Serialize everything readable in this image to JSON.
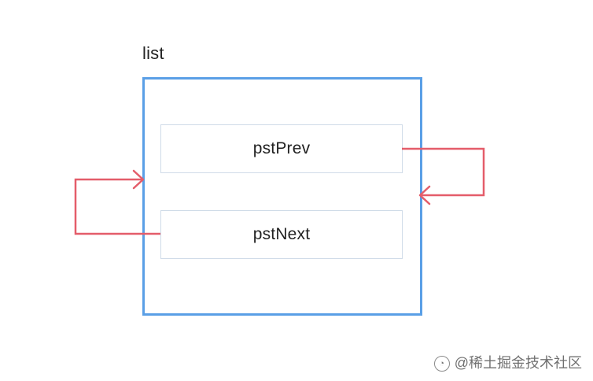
{
  "diagram": {
    "title": "list",
    "fields": [
      {
        "name": "pstPrev"
      },
      {
        "name": "pstNext"
      }
    ],
    "colors": {
      "outer_border": "#5a9fe6",
      "inner_border": "#cfdbe8",
      "arrow": "#e45d6a",
      "text": "#222222"
    }
  },
  "watermark": {
    "text": "@稀土掘金技术社区",
    "icon": "community-icon"
  }
}
